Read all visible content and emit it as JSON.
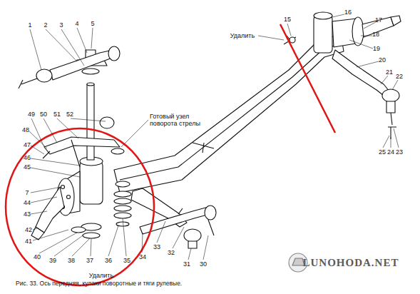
{
  "diagram": {
    "caption": "Рис. 33. Ось передняя, кулаки поворотные и тяги рулевые.",
    "labels": [
      "1",
      "2",
      "3",
      "4",
      "5",
      "Удалить",
      "15",
      "16",
      "17",
      "18",
      "19",
      "20",
      "21",
      "22",
      "25",
      "24",
      "23",
      "Готовый узел поворота стрелы",
      "49",
      "50",
      "51",
      "52",
      "48",
      "47",
      "46",
      "45",
      "7",
      "44",
      "43",
      "42",
      "41",
      "40",
      "39",
      "38",
      "37",
      "36",
      "35",
      "34",
      "33",
      "32",
      "31",
      "30",
      "Удалить",
      "LUNOHODA.NET"
    ]
  }
}
